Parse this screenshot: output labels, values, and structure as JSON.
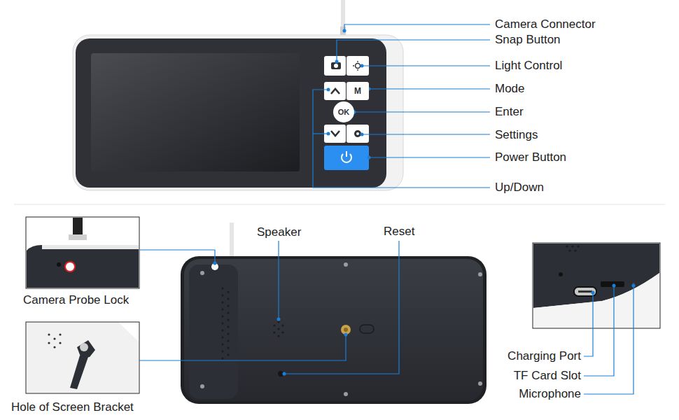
{
  "diagram": {
    "nodes": [
      {
        "text": [
          "M"
        ]
      },
      {
        "text": [
          "OK"
        ]
      }
    ],
    "labels": [
      "Camera Connector",
      "Snap Button",
      "Light Control",
      "Mode",
      "Enter",
      "Settings",
      "Power Button",
      "Up/Down",
      "Speaker",
      "Reset",
      "Camera Probe Lock",
      "Hole of Screen Bracket",
      "Charging Port",
      "TF Card Slot",
      "Microphone"
    ]
  }
}
